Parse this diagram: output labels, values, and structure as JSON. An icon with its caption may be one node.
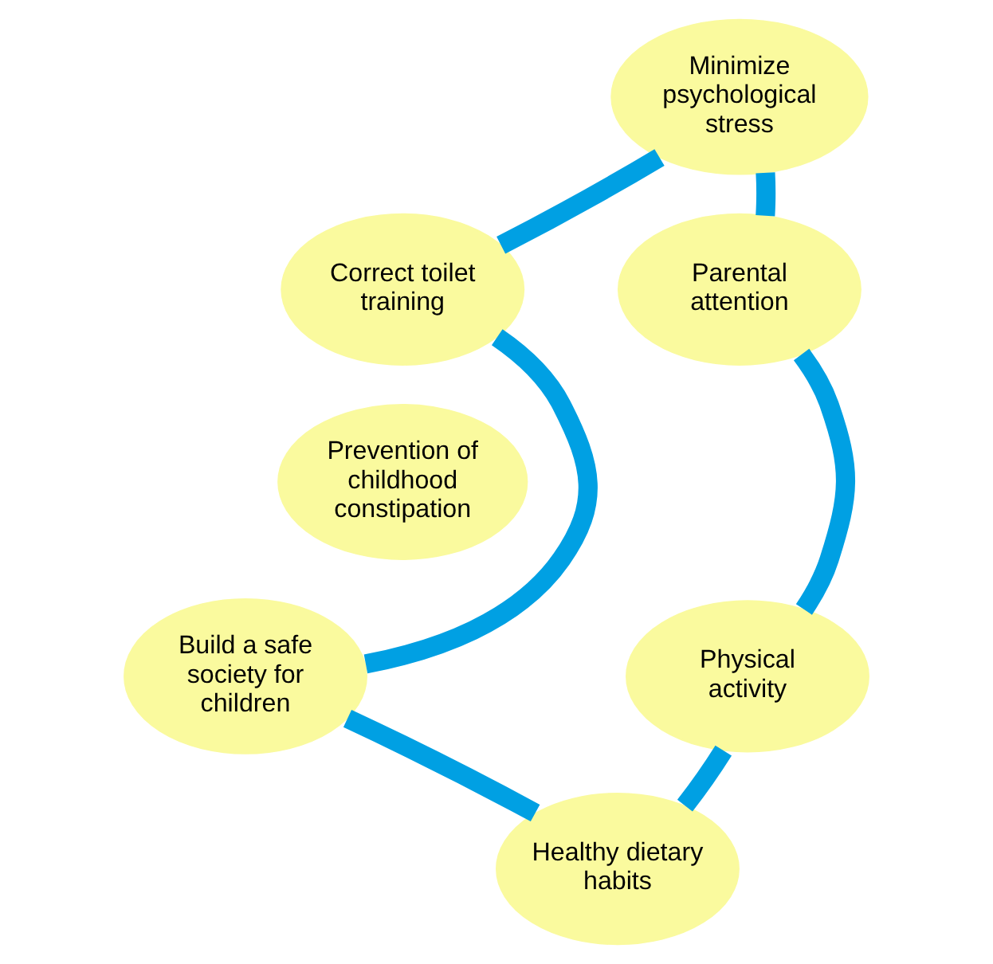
{
  "diagram": {
    "nodes": [
      {
        "text": [
          "Minimize psychological stress"
        ]
      },
      {
        "text": [
          "Correct toilet training"
        ]
      },
      {
        "text": [
          "Parental attention"
        ]
      },
      {
        "text": [
          "Prevention of childhood constipation"
        ]
      },
      {
        "text": [
          "Build a safe society for children"
        ]
      },
      {
        "text": [
          "Physical activity"
        ]
      },
      {
        "text": [
          "Healthy dietary habits"
        ]
      }
    ],
    "edges": [
      {
        "from": 0,
        "to": 2,
        "arrow": "none"
      },
      {
        "from": 2,
        "to": 5,
        "arrow": "none"
      },
      {
        "from": 5,
        "to": 6,
        "arrow": "none"
      },
      {
        "from": 6,
        "to": 4,
        "arrow": "none"
      },
      {
        "from": 4,
        "to": 1,
        "arrow": "none"
      },
      {
        "from": 1,
        "to": 0,
        "arrow": "none"
      }
    ]
  }
}
